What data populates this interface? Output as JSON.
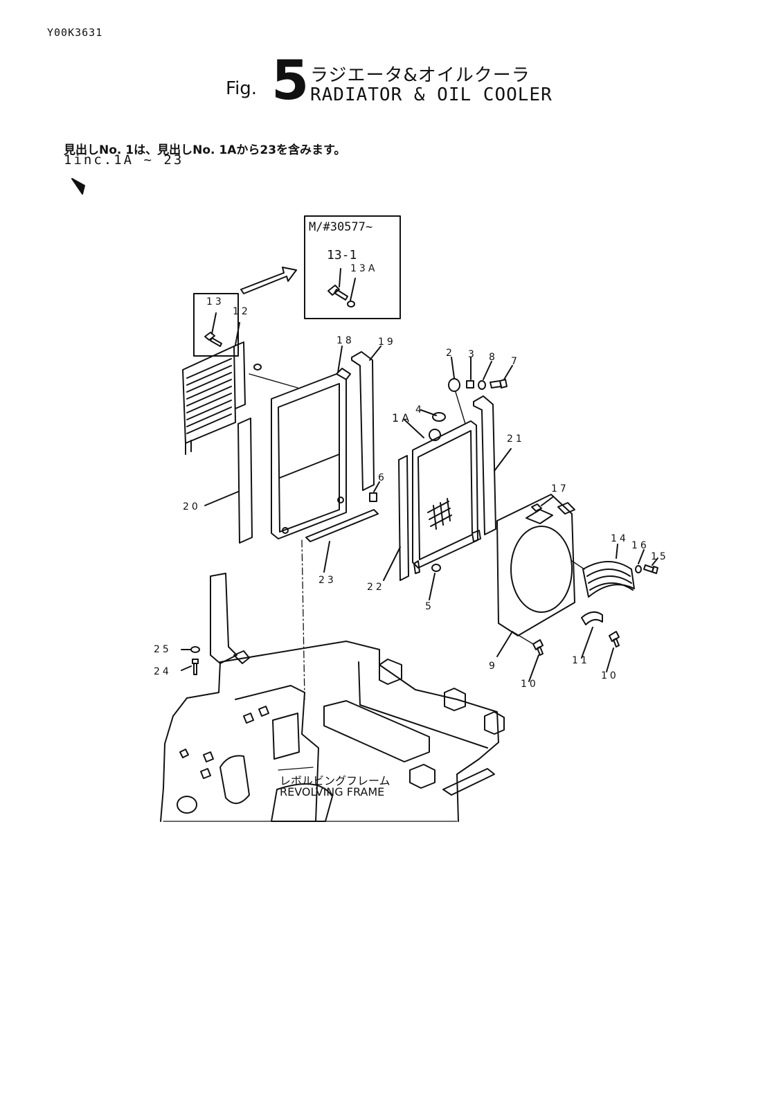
{
  "header": {
    "doc_id": "Y00K3631",
    "fig_word": "Fig.",
    "fig_number": "5",
    "title_jp": "ラジエータ&オイルクーラ",
    "title_en": "RADIATOR & OIL COOLER"
  },
  "note": {
    "jp": "見出しNo. 1は、見出しNo. 1Aから23を含みます。",
    "en": "1inc.1A ~ 23"
  },
  "inset": {
    "serial": "M/#30577~",
    "part_a": "13-1",
    "part_b": "13A"
  },
  "callouts": {
    "c13": "13",
    "c12": "12",
    "c18": "18",
    "c19": "19",
    "c2": "2",
    "c3": "3",
    "c8": "8",
    "c7": "7",
    "c4": "4",
    "c1A": "1A",
    "c21": "21",
    "c6": "6",
    "c20": "20",
    "c17": "17",
    "c14": "14",
    "c16": "16",
    "c15": "15",
    "c23": "23",
    "c22": "22",
    "c5": "5",
    "c25": "25",
    "c24": "24",
    "c9": "9",
    "c10a": "10",
    "c11": "11",
    "c10b": "10"
  },
  "frame_label": {
    "jp": "レボルビングフレーム",
    "en": "REVOLVING FRAME"
  }
}
